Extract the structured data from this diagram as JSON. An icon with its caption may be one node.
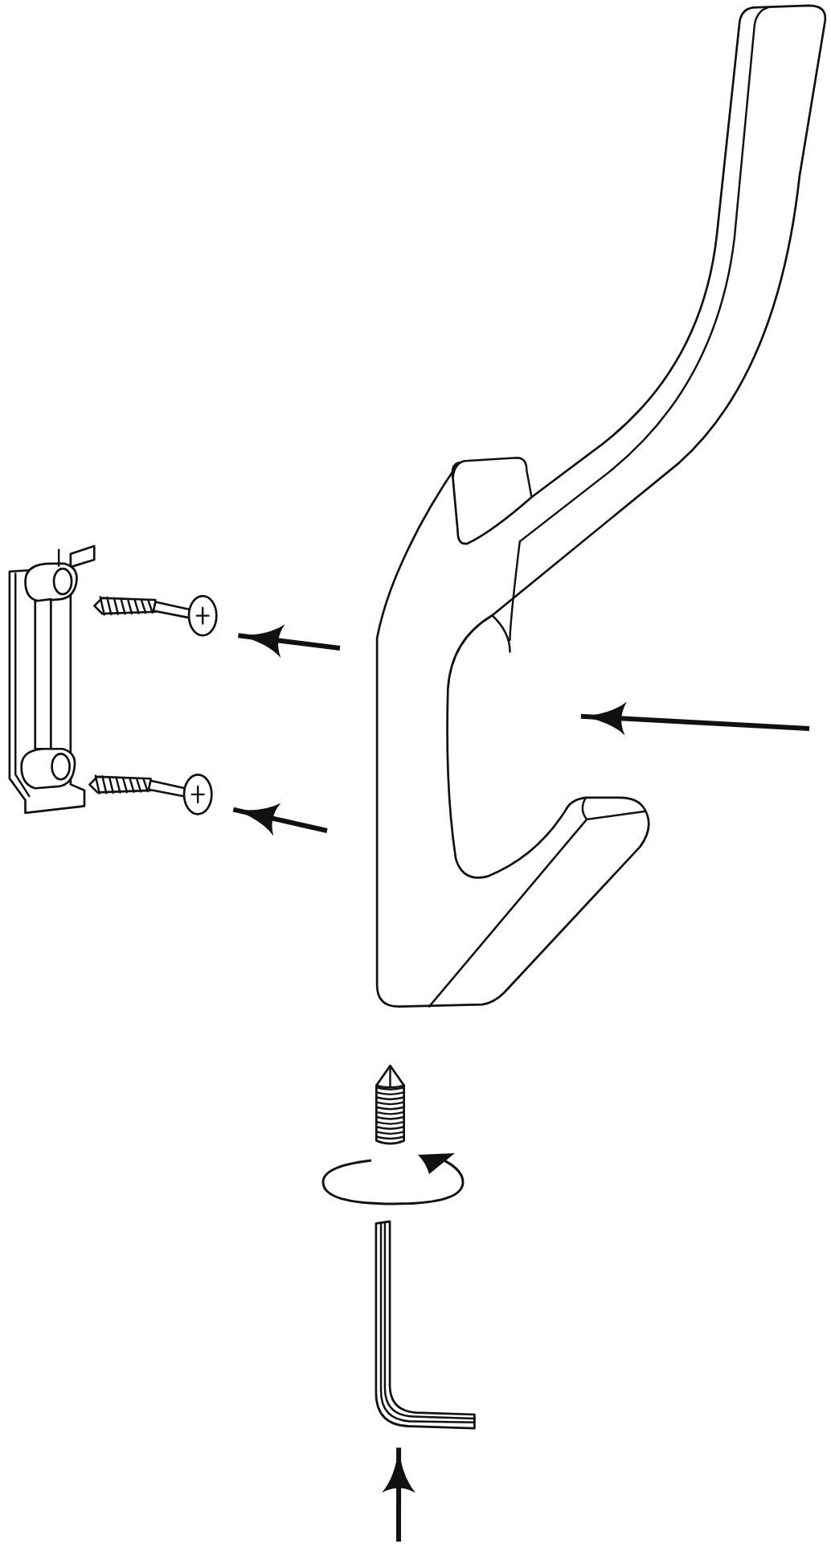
{
  "diagram": {
    "nodes": [
      {
        "text": [],
        "shape": "picture"
      },
      {
        "text": [],
        "shape": "picture"
      },
      {
        "text": [],
        "shape": "picture"
      },
      {
        "text": [],
        "shape": "picture"
      },
      {
        "text": [],
        "shape": "picture"
      },
      {
        "text": [],
        "shape": "picture"
      }
    ],
    "edges": [
      {
        "from": null,
        "to": 1,
        "arrow": "to"
      },
      {
        "from": null,
        "to": 2,
        "arrow": "to"
      },
      {
        "from": null,
        "to": 3,
        "arrow": "to"
      },
      {
        "from": null,
        "to": 5,
        "arrow": "to"
      }
    ]
  }
}
